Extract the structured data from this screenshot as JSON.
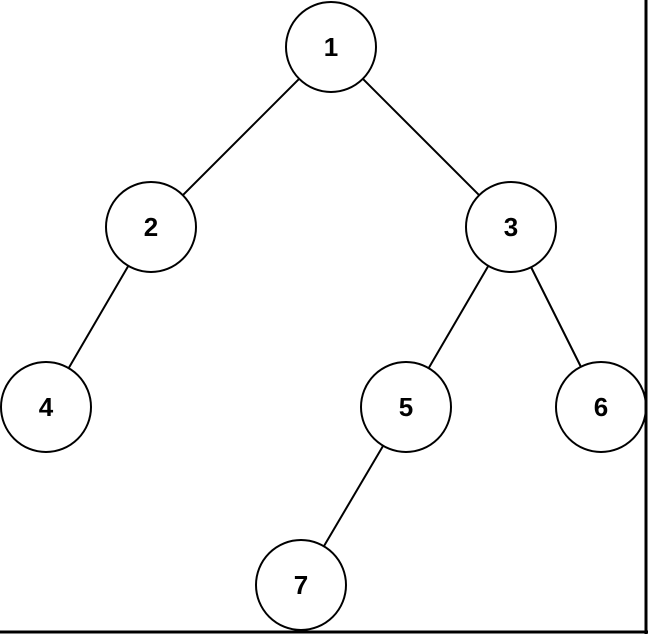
{
  "diagram": {
    "type": "binary-tree",
    "colors": {
      "background": "#ffffff",
      "stroke": "#000000",
      "node_fill": "#ffffff",
      "text": "#000000"
    },
    "nodes": [
      {
        "id": "n1",
        "label": "1"
      },
      {
        "id": "n2",
        "label": "2"
      },
      {
        "id": "n3",
        "label": "3"
      },
      {
        "id": "n4",
        "label": "4"
      },
      {
        "id": "n5",
        "label": "5"
      },
      {
        "id": "n6",
        "label": "6"
      },
      {
        "id": "n7",
        "label": "7"
      }
    ],
    "edges": [
      {
        "from": "n1",
        "to": "n2"
      },
      {
        "from": "n1",
        "to": "n3"
      },
      {
        "from": "n2",
        "to": "n4"
      },
      {
        "from": "n3",
        "to": "n5"
      },
      {
        "from": "n3",
        "to": "n6"
      },
      {
        "from": "n5",
        "to": "n7"
      }
    ]
  }
}
